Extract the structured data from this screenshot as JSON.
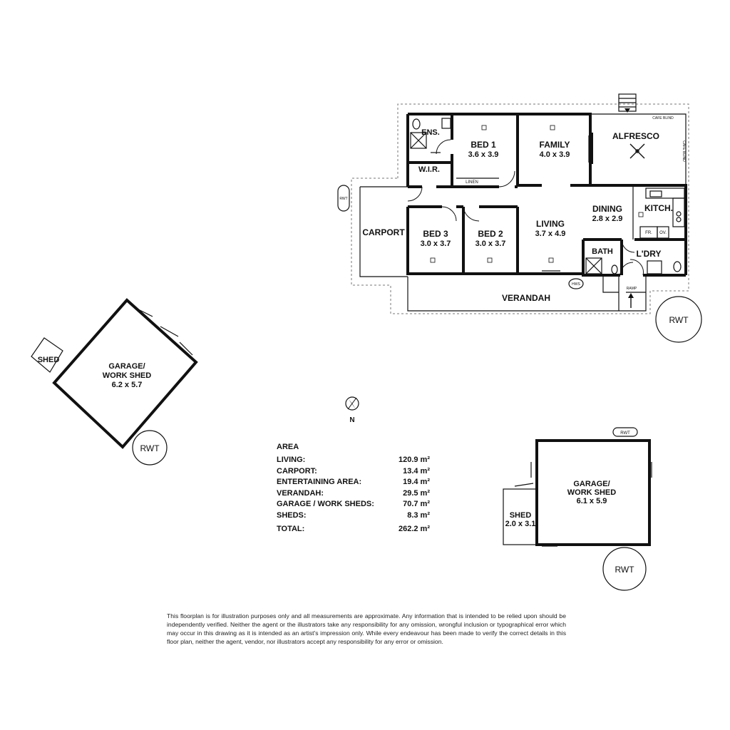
{
  "rooms": {
    "ens": "ENS.",
    "wir": "W.I.R.",
    "linen": "LINEN",
    "bed1": {
      "name": "BED 1",
      "size": "3.6 x 3.9"
    },
    "family": {
      "name": "FAMILY",
      "size": "4.0 x 3.9"
    },
    "alfresco": "ALFRESCO",
    "cafe_blind_top": "CAFE BLIND",
    "cafe_blind_side": "CAFE BLIND",
    "carport": "CARPORT",
    "bed3": {
      "name": "BED 3",
      "size": "3.0 x 3.7"
    },
    "bed2": {
      "name": "BED 2",
      "size": "3.0 x 3.7"
    },
    "living": {
      "name": "LIVING",
      "size": "3.7 x 4.9"
    },
    "dining": {
      "name": "DINING",
      "size": "2.8 x 2.9"
    },
    "kitchen": "KITCH.",
    "fr": "FR.",
    "ov": "OV.",
    "bath": "BATH",
    "laundry": "L'DRY",
    "ramp": "RAMP",
    "hws": "HWS",
    "verandah": "VERANDAH",
    "rwt_small": "RWT",
    "rwt_house": "RWT"
  },
  "outbuildings": {
    "left_shed": "SHED",
    "left_garage": {
      "name": "GARAGE/",
      "name2": "WORK SHED",
      "size": "6.2 x 5.7"
    },
    "left_rwt": "RWT",
    "right_rwt_small": "RWT",
    "right_garage": {
      "name": "GARAGE/",
      "name2": "WORK SHED",
      "size": "6.1 x 5.9"
    },
    "right_shed": {
      "name": "SHED",
      "size": "2.0 x 3.1"
    },
    "right_rwt": "RWT"
  },
  "compass": {
    "north": "N"
  },
  "area": {
    "title": "AREA",
    "rows": [
      {
        "label": "LIVING:",
        "value": "120.9 m²"
      },
      {
        "label": "CARPORT:",
        "value": "13.4 m²"
      },
      {
        "label": "ENTERTAINING AREA:",
        "value": "19.4 m²"
      },
      {
        "label": "VERANDAH:",
        "value": "29.5 m²"
      },
      {
        "label": "GARAGE / WORK SHEDS:",
        "value": "70.7 m²"
      },
      {
        "label": "SHEDS:",
        "value": "8.3 m²"
      }
    ],
    "total_label": "TOTAL:",
    "total_value": "262.2 m²"
  },
  "disclaimer": "This floorplan is for illustration purposes only and all measurements are approximate. Any information that is intended to be relied upon should be independently verified. Neither the agent or the illustrators take any responsibility for any omission, wrongful inclusion or typographical error which may occur in this drawing as it is intended as an artist's impression only. While every endeavour has been made to verify the correct details in this floor plan, neither the agent, vendor, nor illustrators accept any responsibility for any error or omission."
}
